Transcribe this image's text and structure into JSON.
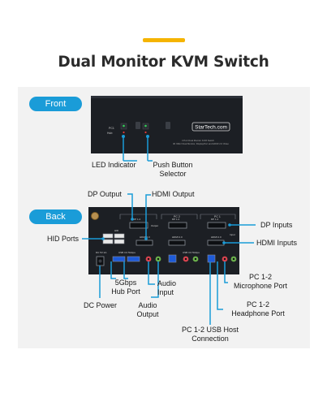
{
  "title": "Dual Monitor KVM Switch",
  "colors": {
    "accent_bar": "#f5b400",
    "pill": "#1a9cd8",
    "line": "#1a9cd8",
    "device": "#1c1f24",
    "panel": "#f2f2f2"
  },
  "front": {
    "tab_label": "Front",
    "brand": "StarTech.com",
    "device_caption_1": "4 Port Dual Monitor KVM Switch",
    "device_caption_2": "4K 60Hz Dual Monitor, DisplayPort and HDMI 2.0 Video",
    "callouts": [
      {
        "id": "led",
        "lines": [
          "LED Indicator"
        ]
      },
      {
        "id": "push",
        "lines": [
          "Push Button",
          "Selector"
        ]
      }
    ]
  },
  "back": {
    "tab_label": "Back",
    "port_labels": [
      "DP 1.2",
      "DP 1.2",
      "DP 1.2",
      "HDMI 2.0",
      "HDMI 2.0",
      "HDMI 2.0",
      "USB 3.0 5Gbps",
      "USB 3.0 5Gbps",
      "PC 2",
      "PC 1",
      "Output",
      "Input",
      "DC 5V 2A",
      "HID"
    ],
    "callouts": [
      {
        "id": "dp-output",
        "lines": [
          "DP Output"
        ]
      },
      {
        "id": "hdmi-output",
        "lines": [
          "HDMI Output"
        ]
      },
      {
        "id": "dp-inputs",
        "lines": [
          "DP Inputs"
        ]
      },
      {
        "id": "hid-ports",
        "lines": [
          "HID Ports"
        ]
      },
      {
        "id": "hdmi-inputs",
        "lines": [
          "HDMI Inputs"
        ]
      },
      {
        "id": "hub-port",
        "lines": [
          "5Gbps",
          "Hub Port"
        ]
      },
      {
        "id": "audio-input",
        "lines": [
          "Audio",
          "Input"
        ]
      },
      {
        "id": "mic-port",
        "lines": [
          "PC 1-2",
          "Microphone Port"
        ]
      },
      {
        "id": "dc-power",
        "lines": [
          "DC Power"
        ]
      },
      {
        "id": "audio-output",
        "lines": [
          "Audio",
          "Output"
        ]
      },
      {
        "id": "headphone-port",
        "lines": [
          "PC 1-2",
          "Headphone Port"
        ]
      },
      {
        "id": "usb-host",
        "lines": [
          "PC 1-2 USB Host",
          "Connection"
        ]
      }
    ]
  }
}
